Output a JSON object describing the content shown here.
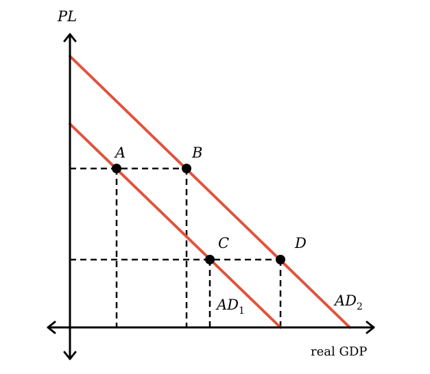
{
  "axes": {
    "y_label": "PL",
    "x_label": "real GDP"
  },
  "points": [
    {
      "id": "A",
      "label": "A"
    },
    {
      "id": "B",
      "label": "B"
    },
    {
      "id": "C",
      "label": "C"
    },
    {
      "id": "D",
      "label": "D"
    }
  ],
  "curves": [
    {
      "id": "AD1",
      "base": "AD",
      "sub": "1"
    },
    {
      "id": "AD2",
      "base": "AD",
      "sub": "2"
    }
  ],
  "colors": {
    "curve": "#e0533d",
    "axis": "#000000",
    "guide": "#000000",
    "point": "#000000"
  }
}
